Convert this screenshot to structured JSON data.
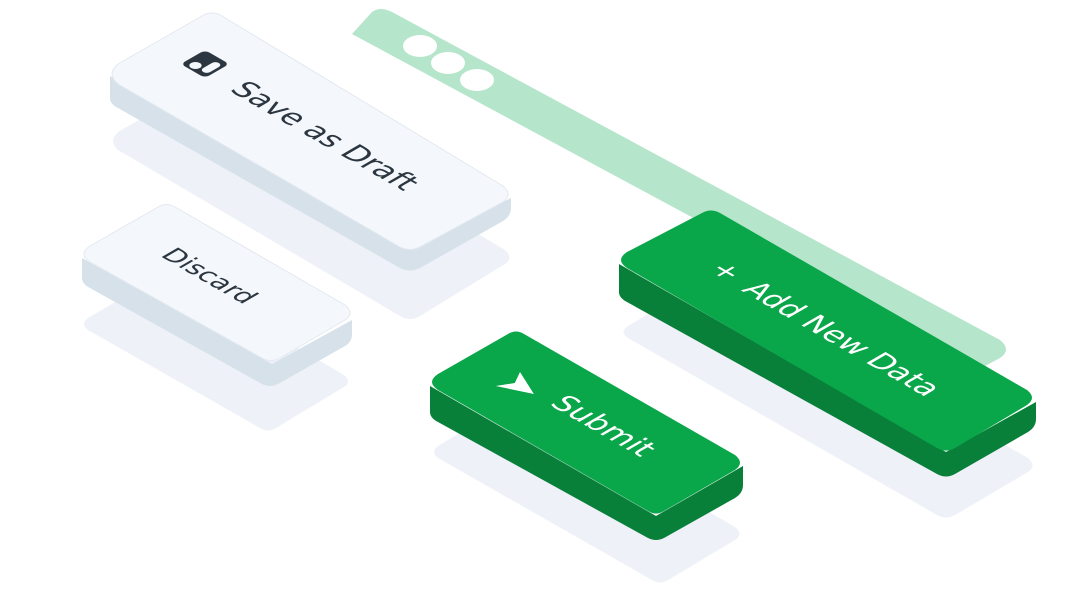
{
  "illustration": {
    "colors": {
      "background": "#ffffff",
      "shadow": "#eef1f8",
      "light_top": "#f4f7fb",
      "light_side": "#d6e1ea",
      "light_text": "#2b3640",
      "green_top": "#0aa64a",
      "green_side": "#08803a",
      "green_text": "#ffffff",
      "window_bar": "#b5e5cb",
      "window_dots": "#ffffff"
    },
    "window_bar": {
      "dots": 3
    },
    "buttons": {
      "save_draft": {
        "label": "Save as Draft",
        "icon": "floppy-disk-icon"
      },
      "discard": {
        "label": "Discard"
      },
      "add_new_data": {
        "label": "Add New Data",
        "icon_glyph": "+",
        "icon": "plus-icon"
      },
      "submit": {
        "label": "Submit",
        "icon": "send-arrow-icon"
      }
    }
  }
}
